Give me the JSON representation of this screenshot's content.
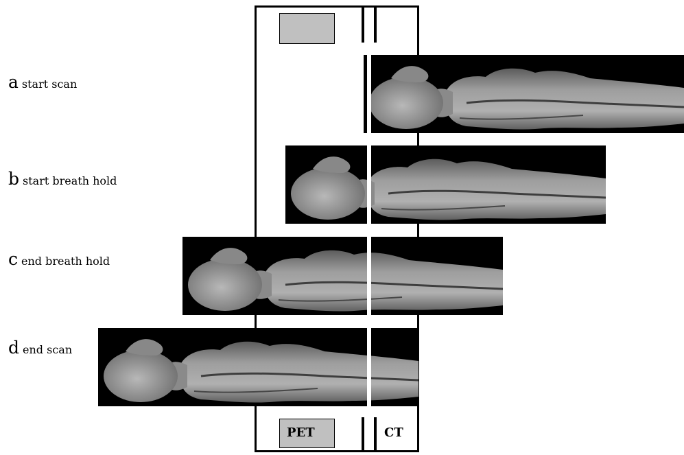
{
  "scanner": {
    "pet_label": "PET",
    "ct_label": "CT"
  },
  "stages": [
    {
      "letter": "a",
      "description": "start scan"
    },
    {
      "letter": "b",
      "description": "start breath hold"
    },
    {
      "letter": "c",
      "description": "end breath hold"
    },
    {
      "letter": "d",
      "description": "end scan"
    }
  ],
  "colors": {
    "frame": "#000000",
    "pet_box": "#c0c0c0",
    "scan_background": "#000000",
    "body": "#9a9a9a"
  }
}
